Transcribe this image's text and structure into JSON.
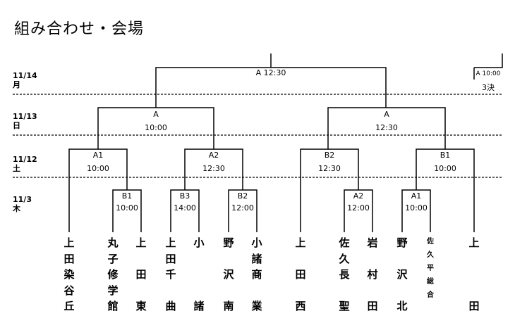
{
  "title": "組み合わせ・会場",
  "dates": [
    {
      "date": "11/14",
      "day": "月"
    },
    {
      "date": "11/13",
      "day": "日"
    },
    {
      "date": "11/12",
      "day": "土"
    },
    {
      "date": "11/3",
      "day": "木"
    }
  ],
  "matches": {
    "final": {
      "label": "A 12:30"
    },
    "third_place": {
      "label": "A 10:00",
      "note": "3決"
    },
    "semi_left": {
      "court": "A",
      "time": "10:00"
    },
    "semi_right": {
      "court": "A",
      "time": "12:30"
    },
    "qf1": {
      "court": "A1",
      "time": "10:00"
    },
    "qf2": {
      "court": "A2",
      "time": "12:30"
    },
    "qf3": {
      "court": "B2",
      "time": "12:30"
    },
    "qf4": {
      "court": "B1",
      "time": "10:00"
    },
    "r1_1": {
      "court": "B1",
      "time": "10:00"
    },
    "r1_2": {
      "court": "B3",
      "time": "14:00"
    },
    "r1_3": {
      "court": "B2",
      "time": "12:00"
    },
    "r1_4": {
      "court": "A2",
      "time": "12:00"
    },
    "r1_5": {
      "court": "A1",
      "time": "10:00"
    }
  },
  "teams": [
    [
      "上",
      "田",
      "染",
      "谷",
      "丘"
    ],
    [
      "丸",
      "子",
      "修",
      "学",
      "館"
    ],
    [
      "上",
      "",
      "田",
      "",
      "東"
    ],
    [
      "上",
      "田",
      "千",
      "",
      "曲"
    ],
    [
      "小",
      "",
      "",
      "",
      "諸"
    ],
    [
      "野",
      "",
      "沢",
      "",
      "南"
    ],
    [
      "小",
      "諸",
      "商",
      "",
      "業"
    ],
    [
      "上",
      "",
      "田",
      "",
      "西"
    ],
    [
      "佐",
      "久",
      "長",
      "",
      "聖"
    ],
    [
      "岩",
      "",
      "村",
      "",
      "田"
    ],
    [
      "野",
      "",
      "沢",
      "",
      "北"
    ],
    [
      "佐",
      "久",
      "平",
      "総",
      "合"
    ],
    [
      "上",
      "",
      "",
      "",
      "田"
    ]
  ]
}
